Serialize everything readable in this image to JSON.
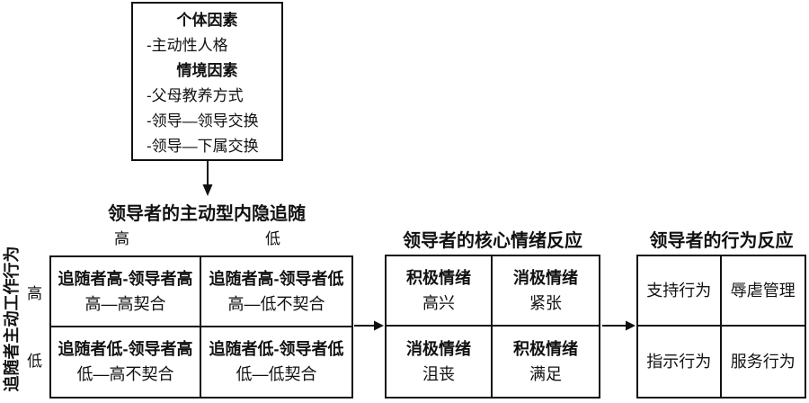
{
  "top_box": {
    "individual_header": "个体因素",
    "individual_item": "-主动性人格",
    "situational_header": "情境因素",
    "situational_items": {
      "parenting": "-父母教养方式",
      "leader_leader_exchange": "-领导—领导交换",
      "leader_member_exchange": "-领导—下属交换"
    }
  },
  "implicit_followership": {
    "title": "领导者的主动型内隐追随",
    "col_high": "高",
    "col_low": "低"
  },
  "left_axis": {
    "label": "追随者主动工作行为",
    "row_high": "高",
    "row_low": "低"
  },
  "fit_matrix": {
    "cells": [
      {
        "line1": "追随者高-领导者高",
        "line2": "高—高契合"
      },
      {
        "line1": "追随者高-领导者低",
        "line2": "高—低不契合"
      },
      {
        "line1": "追随者低-领导者高",
        "line2": "低—高不契合"
      },
      {
        "line1": "追随者低-领导者低",
        "line2": "低—低契合"
      }
    ]
  },
  "emotion_matrix": {
    "title": "领导者的核心情绪反应",
    "cells": [
      {
        "line1": "积极情绪",
        "line2": "高兴"
      },
      {
        "line1": "消极情绪",
        "line2": "紧张"
      },
      {
        "line1": "消极情绪",
        "line2": "沮丧"
      },
      {
        "line1": "积极情绪",
        "line2": "满足"
      }
    ]
  },
  "behavior_matrix": {
    "title": "领导者的行为反应",
    "cells": [
      {
        "text": "支持行为"
      },
      {
        "text": "辱虐管理"
      },
      {
        "text": "指示行为"
      },
      {
        "text": "服务行为"
      }
    ]
  },
  "colors": {
    "text": "#111111",
    "border": "#111111",
    "background": "#ffffff"
  }
}
